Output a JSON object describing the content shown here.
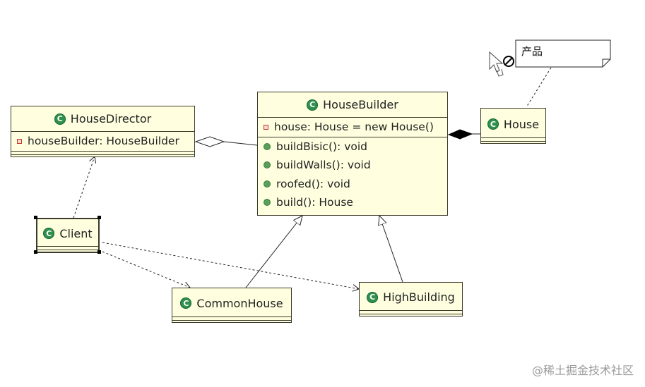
{
  "classes": {
    "house_director": {
      "name": "HouseDirector",
      "fields": [
        "houseBuilder: HouseBuilder"
      ]
    },
    "house_builder": {
      "name": "HouseBuilder",
      "fields": [
        "house: House = new House()"
      ],
      "methods": [
        "buildBisic(): void",
        "buildWalls(): void",
        "roofed(): void",
        "build(): House"
      ]
    },
    "house": {
      "name": "House"
    },
    "client": {
      "name": "Client"
    },
    "common_house": {
      "name": "CommonHouse"
    },
    "high_building": {
      "name": "HighBuilding"
    }
  },
  "note": {
    "text": "产品"
  },
  "watermark": "@稀土掘金技术社区",
  "icons": {
    "class_icon": "class-c-icon",
    "field_icon": "private-field-icon",
    "method_icon": "public-method-icon",
    "cursor": "cursor-icon"
  },
  "colors": {
    "class_fill": "#ffffe0",
    "class_icon": "#2f8f4c",
    "field_icon": "#c0392b",
    "method_icon": "#5aa05a"
  }
}
